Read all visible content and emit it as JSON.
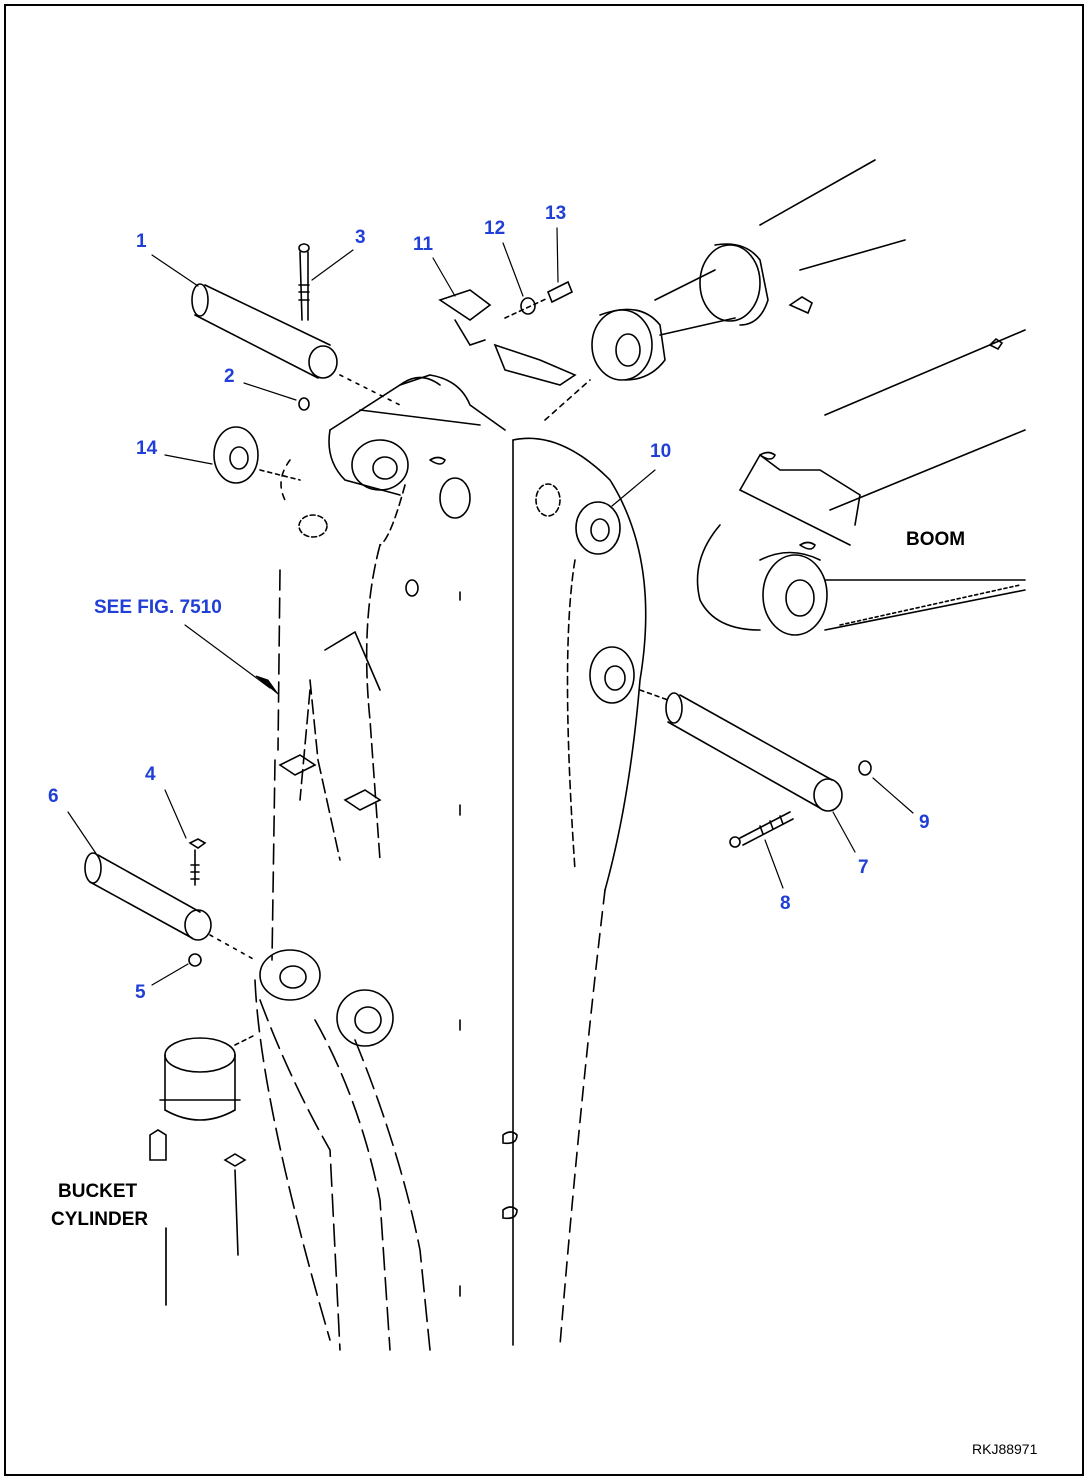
{
  "callouts": {
    "c1": "1",
    "c2": "2",
    "c3": "3",
    "c4": "4",
    "c5": "5",
    "c6": "6",
    "c7": "7",
    "c8": "8",
    "c9": "9",
    "c10": "10",
    "c11": "11",
    "c12": "12",
    "c13": "13",
    "c14": "14"
  },
  "labels": {
    "see_fig": "SEE FIG. 7510",
    "boom": "BOOM",
    "bucket_cylinder_line1": "BUCKET",
    "bucket_cylinder_line2": "CYLINDER"
  },
  "drawing_number": "RKJ88971",
  "colors": {
    "callout": "#1f3fd6",
    "line": "#000000",
    "background": "#ffffff"
  }
}
